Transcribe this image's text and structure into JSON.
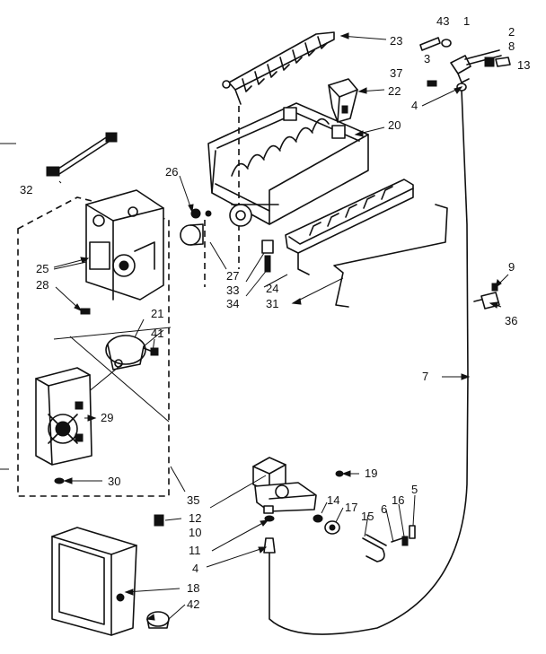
{
  "diagram": {
    "colors": {
      "ink": "#111111",
      "background": "#ffffff"
    },
    "callouts": [
      {
        "id": "c43",
        "text": "43"
      },
      {
        "id": "c1",
        "text": "1"
      },
      {
        "id": "c2",
        "text": "2"
      },
      {
        "id": "c3",
        "text": "3"
      },
      {
        "id": "c8",
        "text": "8"
      },
      {
        "id": "c13",
        "text": "13"
      },
      {
        "id": "c37",
        "text": "37"
      },
      {
        "id": "c23",
        "text": "23"
      },
      {
        "id": "c22",
        "text": "22"
      },
      {
        "id": "c4a",
        "text": "4"
      },
      {
        "id": "c20",
        "text": "20"
      },
      {
        "id": "c26",
        "text": "26"
      },
      {
        "id": "c32",
        "text": "32"
      },
      {
        "id": "c25",
        "text": "25"
      },
      {
        "id": "c28",
        "text": "28"
      },
      {
        "id": "c27",
        "text": "27"
      },
      {
        "id": "c33",
        "text": "33"
      },
      {
        "id": "c34",
        "text": "34"
      },
      {
        "id": "c24",
        "text": "24"
      },
      {
        "id": "c31",
        "text": "31"
      },
      {
        "id": "c9",
        "text": "9"
      },
      {
        "id": "c36",
        "text": "36"
      },
      {
        "id": "c21",
        "text": "21"
      },
      {
        "id": "c41",
        "text": "41"
      },
      {
        "id": "c7",
        "text": "7"
      },
      {
        "id": "c29",
        "text": "29"
      },
      {
        "id": "c30",
        "text": "30"
      },
      {
        "id": "c35",
        "text": "35"
      },
      {
        "id": "c19",
        "text": "19"
      },
      {
        "id": "c14",
        "text": "14"
      },
      {
        "id": "c17",
        "text": "17"
      },
      {
        "id": "c16",
        "text": "16"
      },
      {
        "id": "c5",
        "text": "5"
      },
      {
        "id": "c6",
        "text": "6"
      },
      {
        "id": "c15",
        "text": "15"
      },
      {
        "id": "c12",
        "text": "12"
      },
      {
        "id": "c10",
        "text": "10"
      },
      {
        "id": "c11",
        "text": "11"
      },
      {
        "id": "c4b",
        "text": "4"
      },
      {
        "id": "c18",
        "text": "18"
      },
      {
        "id": "c42",
        "text": "42"
      }
    ]
  }
}
